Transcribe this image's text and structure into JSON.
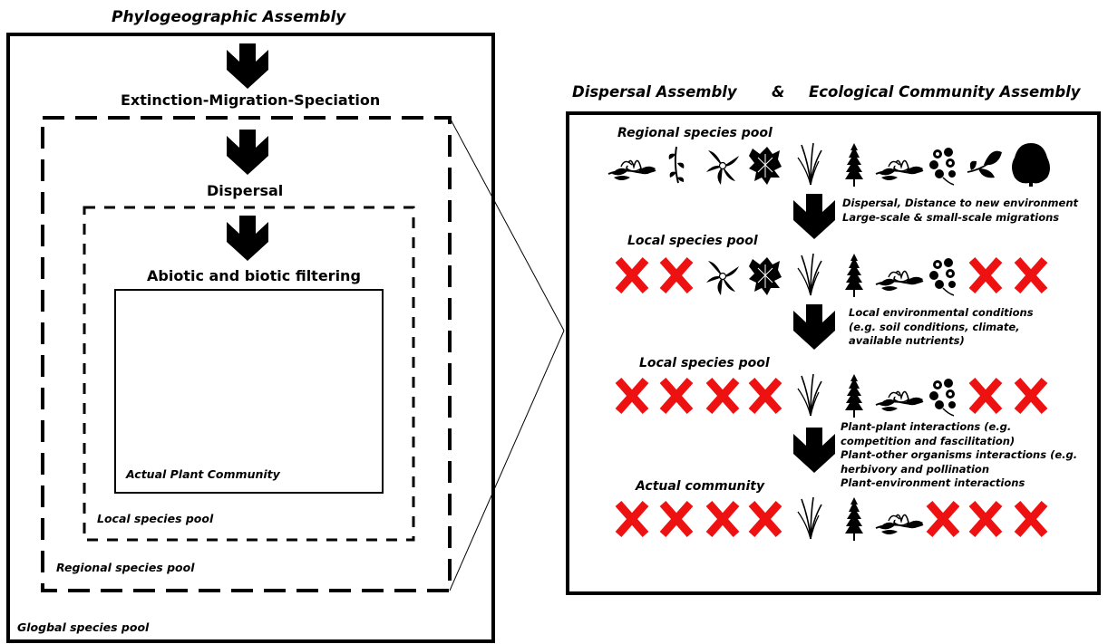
{
  "left_panel": {
    "title": "Phylogeographic Assembly",
    "step1_label": "Extinction-Migration-Speciation",
    "step2_label": "Dispersal",
    "step3_label": "Abiotic and biotic filtering",
    "global_pool_label": "Glogbal species pool",
    "regional_pool_label": "Regional species pool",
    "local_pool_label": "Local species pool",
    "community_label": "Actual Plant Community"
  },
  "right_panel": {
    "title_left": "Dispersal Assembly",
    "title_amp": "&",
    "title_right": "Ecological Community Assembly",
    "levels": [
      {
        "label": "Regional species pool",
        "species": [
          "magnolia-icon",
          "vine-icon",
          "trillium-icon",
          "shrub-icon",
          "grass-icon",
          "conifer-icon",
          "magnolia-icon",
          "clover-icon",
          "leaf-icon",
          "tree-icon"
        ]
      },
      {
        "label": "Local species pool",
        "species": [
          "excluded-x-icon",
          "excluded-x-icon",
          "trillium-icon",
          "shrub-icon",
          "grass-icon",
          "conifer-icon",
          "magnolia-icon",
          "clover-icon",
          "excluded-x-icon",
          "excluded-x-icon"
        ]
      },
      {
        "label": "Local species pool",
        "species": [
          "excluded-x-icon",
          "excluded-x-icon",
          "excluded-x-icon",
          "excluded-x-icon",
          "grass-icon",
          "conifer-icon",
          "magnolia-icon",
          "clover-icon",
          "excluded-x-icon",
          "excluded-x-icon"
        ]
      },
      {
        "label": "Actual community",
        "species": [
          "excluded-x-icon",
          "excluded-x-icon",
          "excluded-x-icon",
          "excluded-x-icon",
          "grass-icon",
          "conifer-icon",
          "magnolia-icon",
          "excluded-x-icon",
          "excluded-x-icon",
          "excluded-x-icon"
        ]
      }
    ],
    "annotations": [
      [
        "Dispersal, Distance to new environment",
        "Large-scale & small-scale migrations"
      ],
      [
        "Local environmental conditions",
        "(e.g. soil conditions, climate,",
        "available nutrients)"
      ],
      [
        "Plant-plant interactions (e.g.",
        "competition and fascilitation)",
        "Plant-other organisms interactions (e.g.",
        "herbivory and pollination",
        "Plant-environment interactions"
      ]
    ]
  },
  "colors": {
    "stroke": "#000000",
    "exclusion": "#ee1111"
  }
}
